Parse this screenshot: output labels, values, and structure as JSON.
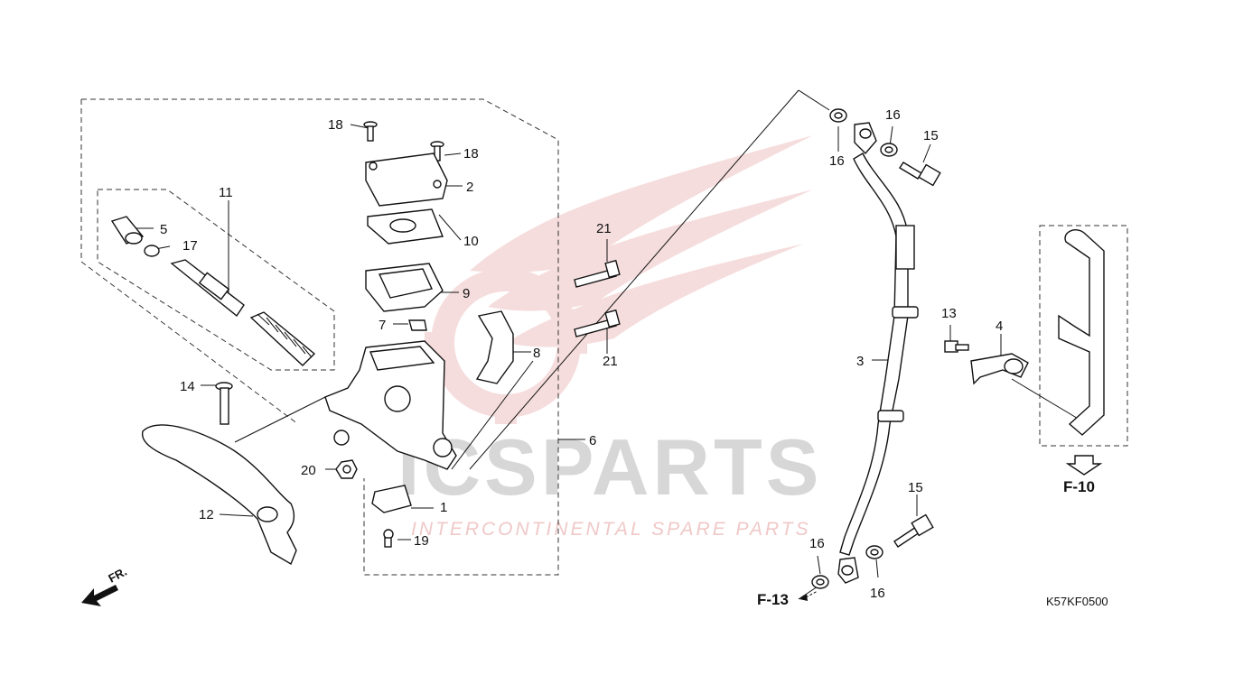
{
  "watermark": {
    "brand": "ICSPARTS",
    "tagline": "INTERCONTINENTAL SPARE PARTS"
  },
  "callouts": {
    "c1": "1",
    "c2": "2",
    "c3": "3",
    "c4": "4",
    "c5": "5",
    "c6": "6",
    "c7": "7",
    "c8": "8",
    "c9": "9",
    "c10": "10",
    "c11": "11",
    "c12": "12",
    "c13": "13",
    "c14": "14",
    "c15a": "15",
    "c15b": "15",
    "c16a": "16",
    "c16b": "16",
    "c16c": "16",
    "c16d": "16",
    "c17": "17",
    "c18a": "18",
    "c18b": "18",
    "c19": "19",
    "c20": "20",
    "c21a": "21",
    "c21b": "21"
  },
  "references": {
    "f10": "F-10",
    "f13": "F-13"
  },
  "diagram_code": "K57KF0500",
  "direction_label": "FR.",
  "colors": {
    "line": "#111111",
    "watermark_gray": "#d7d7d7",
    "watermark_red": "#e8a0a0"
  }
}
